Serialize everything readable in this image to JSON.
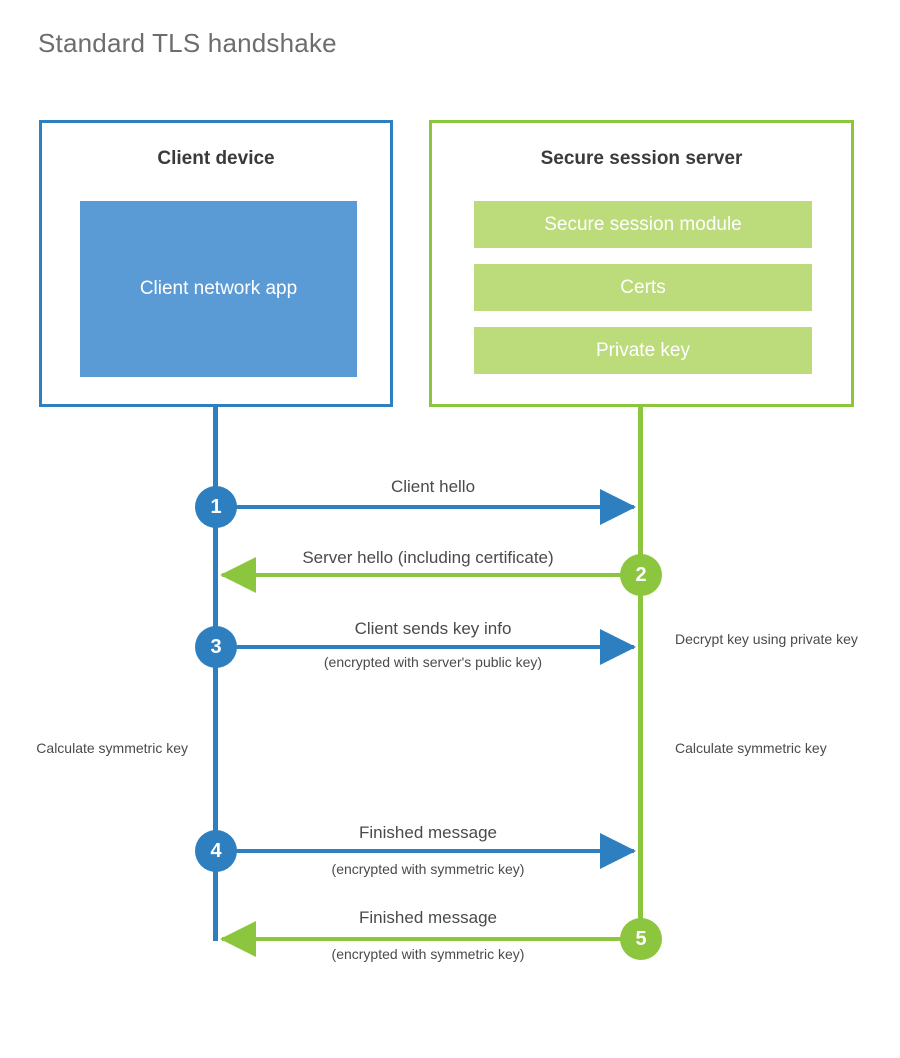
{
  "page": {
    "title": "Standard TLS handshake"
  },
  "colors": {
    "client_accent": "#2e7fc0",
    "server_accent": "#8cc63f",
    "client_app_fill": "#5b9bd5",
    "server_module_fill": "#bcdb7a",
    "text": "#4a4a4a",
    "title_text": "#6d6d6d"
  },
  "client": {
    "title": "Client device",
    "app_label": "Client network app"
  },
  "server": {
    "title": "Secure session server",
    "modules": [
      {
        "label": "Secure session module"
      },
      {
        "label": "Certs"
      },
      {
        "label": "Private key"
      }
    ]
  },
  "steps": [
    {
      "number": "1",
      "label": "Client hello",
      "sublabel": "",
      "direction": "client-to-server",
      "color": "#2e7fc0"
    },
    {
      "number": "2",
      "label": "Server hello (including certificate)",
      "sublabel": "",
      "direction": "server-to-client",
      "color": "#8cc63f"
    },
    {
      "number": "3",
      "label": "Client sends key info",
      "sublabel": "(encrypted with server's public key)",
      "direction": "client-to-server",
      "color": "#2e7fc0"
    },
    {
      "number": "4",
      "label": "Finished message",
      "sublabel": "(encrypted with symmetric key)",
      "direction": "client-to-server",
      "color": "#2e7fc0"
    },
    {
      "number": "5",
      "label": "Finished message",
      "sublabel": "(encrypted with symmetric key)",
      "direction": "server-to-client",
      "color": "#8cc63f"
    }
  ],
  "notes": {
    "decrypt_key": "Decrypt key using private key",
    "calculate_symmetric_key_client": "Calculate symmetric key",
    "calculate_symmetric_key_server": "Calculate symmetric key"
  }
}
